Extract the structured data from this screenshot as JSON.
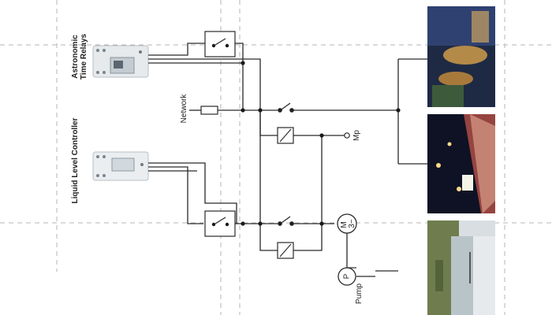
{
  "labels": {
    "astronomic_line1": "Astronomic",
    "astronomic_line2": "Time Relays",
    "liquid_level": "Liquid Level Controller",
    "network": "Network",
    "mp": "Mp",
    "motor_m": "M",
    "motor_3": "3~",
    "pump_p": "P",
    "pump_label": "Pump"
  },
  "photos": [
    "night-plaza-lights-photo",
    "night-highway-lights-photo",
    "pond-pump-landscape-photo"
  ],
  "colors": {
    "line": "#2a2a2a",
    "dashed_guide": "#b0b0b0",
    "device_body": "#e8ecef"
  }
}
